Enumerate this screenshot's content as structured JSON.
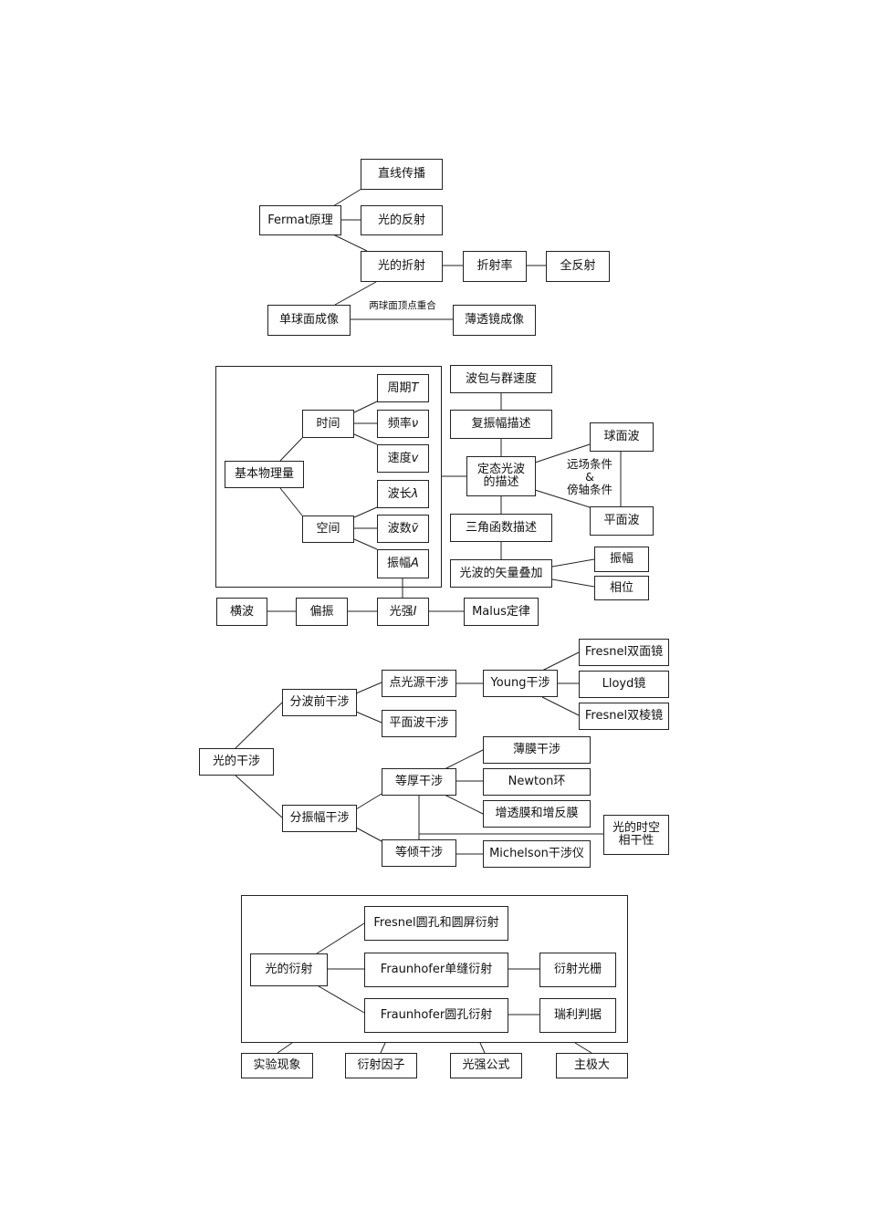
{
  "geometric_optics": {
    "straight_propagation": "直线传播",
    "fermat": "Fermat原理",
    "reflection": "光的反射",
    "refraction": "光的折射",
    "refractive_index": "折射率",
    "total_reflection": "全反射",
    "single_sphere": "单球面成像",
    "thin_lens": "薄透镜成像",
    "vertex_note": "两球面顶点重合"
  },
  "wave_description": {
    "basic_quantities": "基本物理量",
    "time": "时间",
    "space": "空间",
    "period": "周期",
    "period_sym": "T",
    "frequency": "频率",
    "frequency_sym": "ν",
    "speed": "速度",
    "speed_sym": "v",
    "wavelength": "波长",
    "wavelength_sym": "λ",
    "wavenumber": "波数",
    "wavenumber_sym": "ṽ",
    "amplitude_q": "振幅",
    "amplitude_sym": "A",
    "wave_packet": "波包与群速度",
    "complex_amp": "复振幅描述",
    "stationary_wave": "定态光波\n的描述",
    "trig": "三角函数描述",
    "vector_sum": "光波的矢量叠加",
    "spherical": "球面波",
    "plane": "平面波",
    "far_field": "远场条件\n&\n傍轴条件",
    "sum_amplitude": "振幅",
    "sum_phase": "相位",
    "transverse": "横波",
    "polarization": "偏振",
    "intensity": "光强",
    "intensity_sym": "I",
    "malus": "Malus定律"
  },
  "interference": {
    "root": "光的干涉",
    "wavefront_division": "分波前干涉",
    "amplitude_division": "分振幅干涉",
    "point_source": "点光源干涉",
    "plane_wave": "平面波干涉",
    "young": "Young干涉",
    "fresnel_mirror": "Fresnel双面镜",
    "lloyd": "Lloyd镜",
    "fresnel_prism": "Fresnel双棱镜",
    "equal_thickness": "等厚干涉",
    "equal_inclination": "等倾干涉",
    "thin_film": "薄膜干涉",
    "newton": "Newton环",
    "coating": "增透膜和增反膜",
    "michelson": "Michelson干涉仪",
    "coherence": "光的时空\n相干性"
  },
  "diffraction": {
    "root": "光的衍射",
    "fresnel_hole": "Fresnel圆孔和圆屏衍射",
    "fraunhofer_slit": "Fraunhofer单缝衍射",
    "fraunhofer_hole": "Fraunhofer圆孔衍射",
    "grating": "衍射光栅",
    "rayleigh": "瑞利判据",
    "phenomenon": "实验现象",
    "factor": "衍射因子",
    "intensity_formula": "光强公式",
    "principal_max": "主极大"
  }
}
